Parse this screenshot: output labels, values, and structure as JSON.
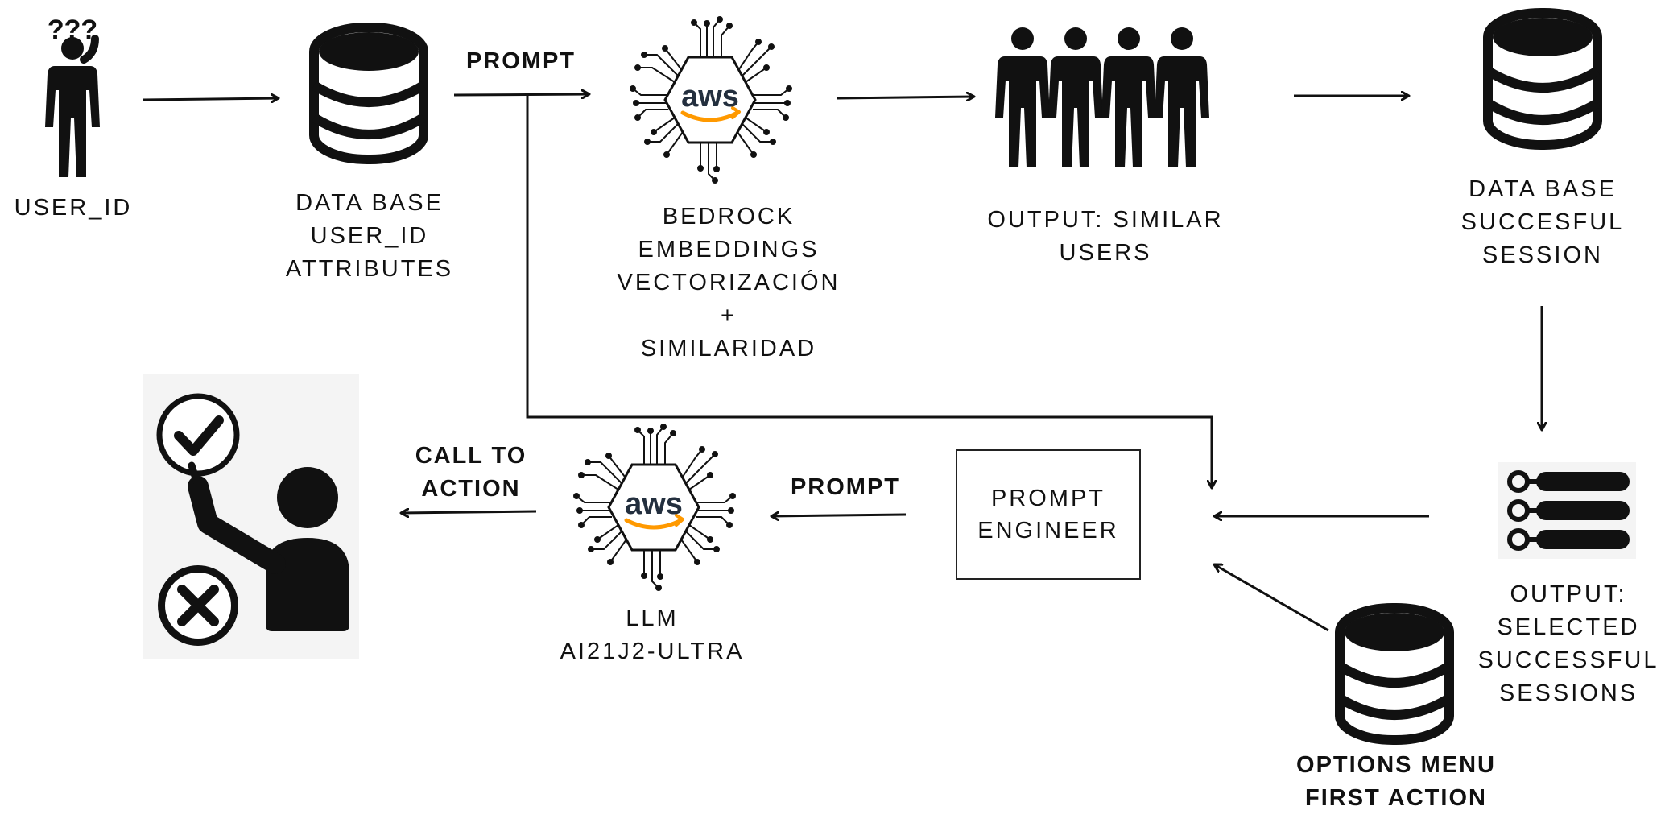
{
  "colors": {
    "ink": "#111111",
    "aws_text": "#232f3e",
    "aws_smile": "#ff9900",
    "panel_bg": "#f4f4f4"
  },
  "nodes": {
    "user": {
      "icon": "confused-user-icon",
      "label": "USER_ID",
      "question_marks": "???"
    },
    "db_user": {
      "icon": "database-icon",
      "lines": [
        "DATA BASE",
        "USER_ID",
        "ATTRIBUTES"
      ]
    },
    "bedrock": {
      "icon": "aws-chip-icon",
      "logo_text": "aws",
      "lines": [
        "BEDROCK",
        "EMBEDDINGS",
        "VECTORIZACIÓN",
        "+",
        "SIMILARIDAD"
      ]
    },
    "similar_users": {
      "icon": "user-group-icon",
      "lines": [
        "OUTPUT: SIMILAR",
        "USERS"
      ]
    },
    "db_sessions": {
      "icon": "database-icon",
      "lines": [
        "DATA BASE",
        "SUCCESFUL",
        "SESSION"
      ]
    },
    "selected_sessions": {
      "icon": "list-icon",
      "lines": [
        "OUTPUT:",
        "SELECTED",
        "SUCCESSFUL",
        "SESSIONS"
      ]
    },
    "options_menu": {
      "icon": "database-icon",
      "lines": [
        "OPTIONS MENU",
        "FIRST ACTION"
      ]
    },
    "prompt_engineer": {
      "lines": [
        "PROMPT",
        "ENGINEER"
      ]
    },
    "llm": {
      "icon": "aws-chip-icon",
      "logo_text": "aws",
      "lines": [
        "LLM",
        "AI21J2-ULTRA"
      ]
    },
    "decision": {
      "icon": "decision-person-icon"
    }
  },
  "edge_labels": {
    "prompt_top": "PROMPT",
    "prompt_bottom": "PROMPT",
    "call_to_action": [
      "CALL TO",
      "ACTION"
    ]
  }
}
